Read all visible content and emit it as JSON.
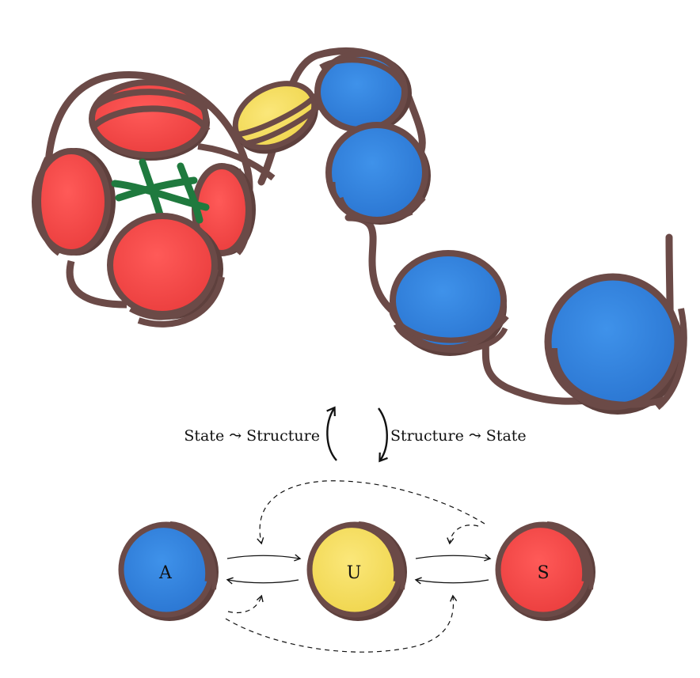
{
  "figure": {
    "left_arrow_label": "State ⤳ Structure",
    "right_arrow_label": "Structure ⤳ State"
  },
  "states": [
    {
      "id": "A",
      "letter": "A",
      "color": "#2e7fdc"
    },
    {
      "id": "U",
      "letter": "U",
      "color": "#f4dc5c"
    },
    {
      "id": "S",
      "letter": "S",
      "color": "#ef4444"
    }
  ],
  "colors": {
    "dna": "#6b4a47",
    "dna_dark": "#553634",
    "active": "#2e7fdc",
    "unmodified": "#f4dc5c",
    "silent": "#ef4444",
    "bridge": "#1f7a3e"
  }
}
